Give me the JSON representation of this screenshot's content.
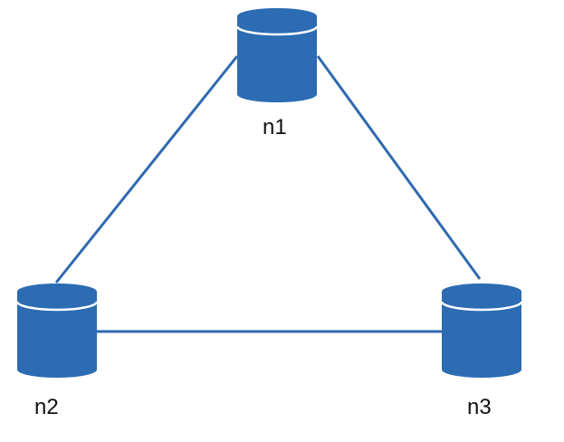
{
  "colors": {
    "node_fill": "#2b6cb3",
    "node_rim": "#ffffff",
    "edge": "#2f6aaf",
    "label_text": "#111111"
  },
  "nodes": [
    {
      "id": "n1",
      "label": "n1",
      "icon": "database-cylinder-icon"
    },
    {
      "id": "n2",
      "label": "n2",
      "icon": "database-cylinder-icon"
    },
    {
      "id": "n3",
      "label": "n3",
      "icon": "database-cylinder-icon"
    }
  ],
  "edges": [
    {
      "from": "n1",
      "to": "n2"
    },
    {
      "from": "n1",
      "to": "n3"
    },
    {
      "from": "n2",
      "to": "n3"
    }
  ]
}
